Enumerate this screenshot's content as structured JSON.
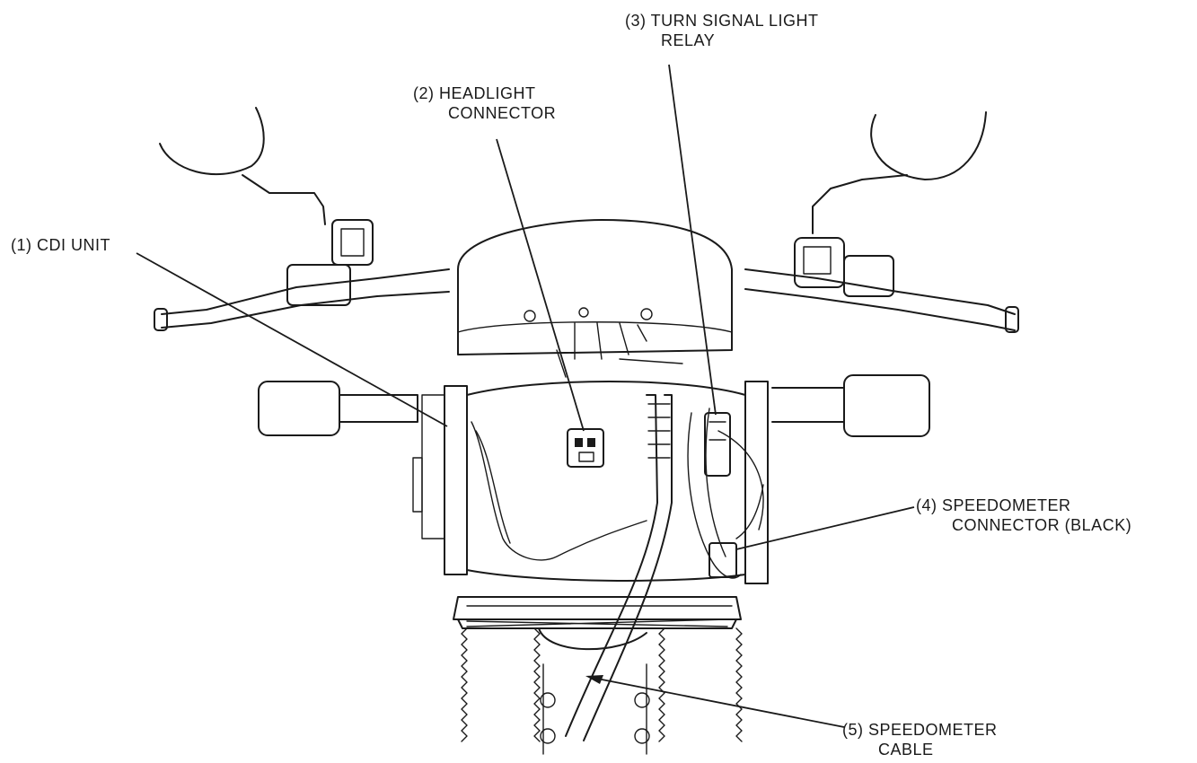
{
  "labels": {
    "cdi_unit": "(1) CDI UNIT",
    "headlight_connector": [
      "(2) HEADLIGHT",
      "CONNECTOR"
    ],
    "turn_signal_relay": [
      "(3) TURN SIGNAL LIGHT",
      "RELAY"
    ],
    "speedometer_connector": [
      "(4) SPEEDOMETER",
      "CONNECTOR (BLACK)"
    ],
    "speedometer_cable": [
      "(5) SPEEDOMETER",
      "CABLE"
    ]
  }
}
